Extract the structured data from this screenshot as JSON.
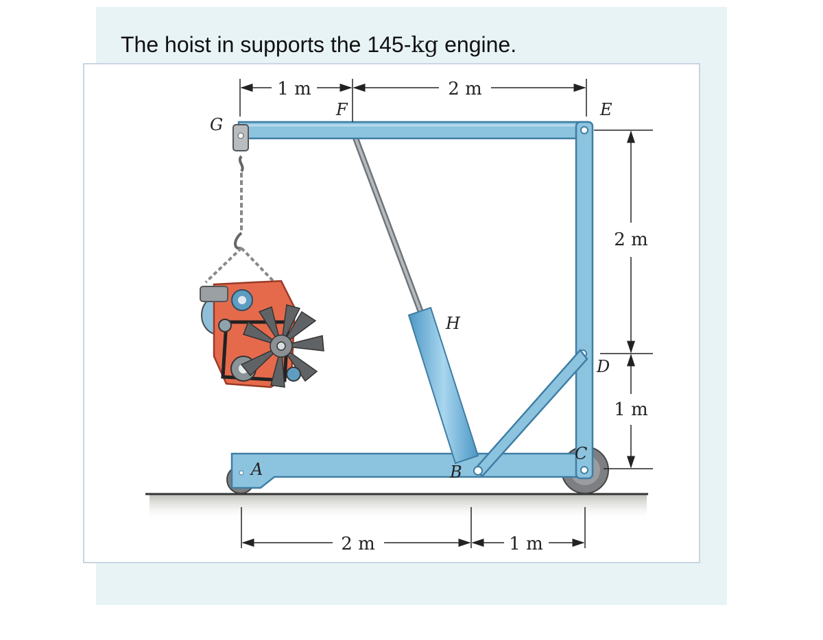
{
  "question": {
    "prefix": "The hoist in supports the 145-",
    "unit": "kg",
    "suffix": " engine."
  },
  "figure": {
    "point_labels": {
      "G": "G",
      "F": "F",
      "E": "E",
      "H": "H",
      "D": "D",
      "C": "C",
      "B": "B",
      "A": "A"
    },
    "dimensions": {
      "top_left": "1 m",
      "top_right": "2 m",
      "right_upper": "2 m",
      "right_lower": "1 m",
      "bottom_left": "2 m",
      "bottom_right": "1 m"
    },
    "colors": {
      "frame_blue": "#8cc3df",
      "frame_outline": "#3f7ea3",
      "rod_gray": "#8f959a",
      "cylinder_blue": "#6fb3dc",
      "wheel_gray": "#7d7f82",
      "engine_red": "#e56a4c",
      "background": "#e8f3f6"
    }
  }
}
